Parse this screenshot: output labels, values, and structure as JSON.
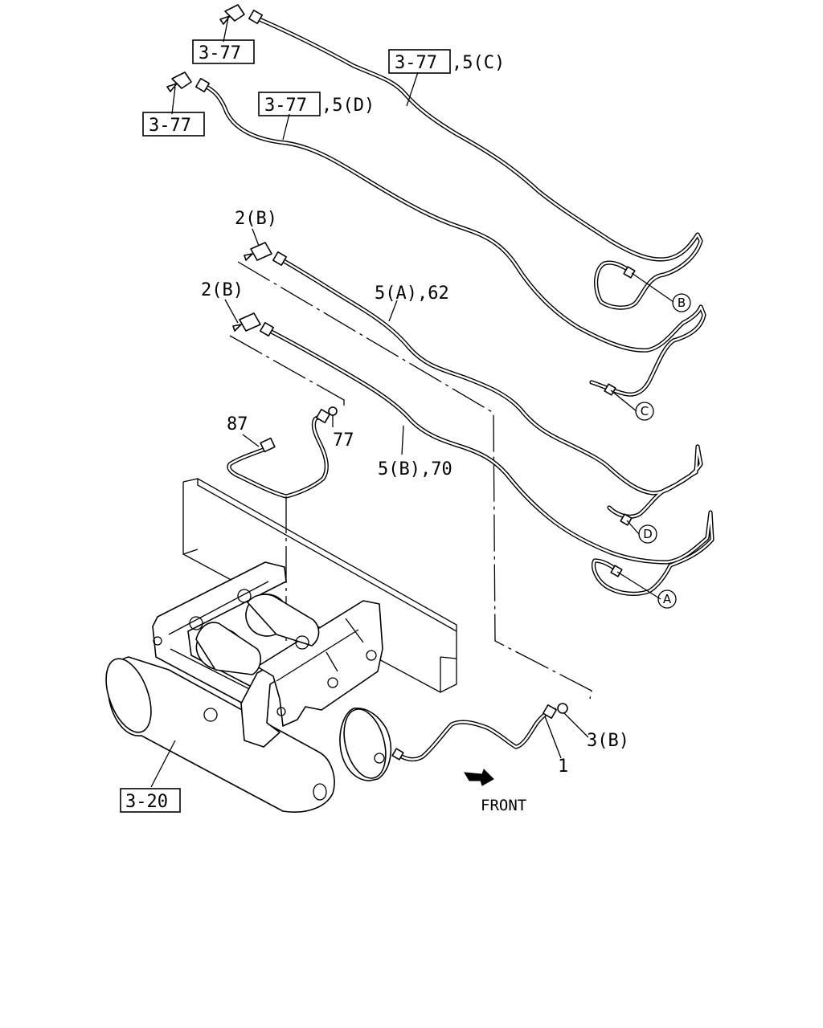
{
  "diagram": {
    "labels": {
      "ref_3_77_a": "3-77",
      "ref_3_77_b": "3-77",
      "ref_3_77_c": "3-77",
      "suffix_c": ",5(C)",
      "ref_3_77_d": "3-77",
      "suffix_d": ",5(D)",
      "part_2b_upper": "2(B)",
      "part_2b_lower": "2(B)",
      "part_5a": "5(A),62",
      "part_5b": "5(B),70",
      "part_87": "87",
      "part_77": "77",
      "part_3b": "3(B)",
      "part_1": "1",
      "ref_3_20": "3-20",
      "front": "FRONT"
    },
    "connectors": {
      "a": "A",
      "b": "B",
      "c": "C",
      "d": "D"
    }
  }
}
